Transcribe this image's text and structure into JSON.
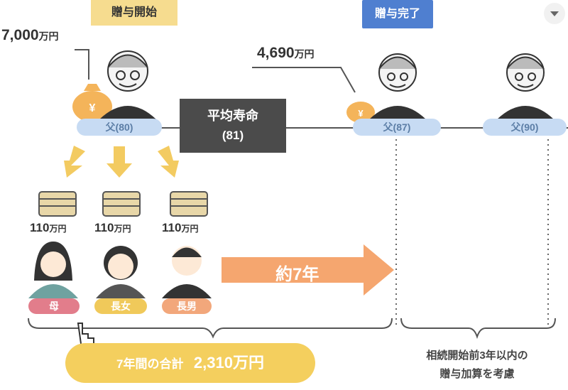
{
  "callouts": {
    "start": "贈与開始",
    "complete": "贈与完了"
  },
  "amounts": {
    "initial_num": "7,000",
    "initial_unit": "万円",
    "remaining_num": "4,690",
    "remaining_unit": "万円"
  },
  "father_pills": {
    "age80": "父(80)",
    "age87": "父(87)",
    "age90": "父(90)"
  },
  "life_expectancy": {
    "title": "平均寿命",
    "value": "(81)"
  },
  "gifts": [
    {
      "num": "110",
      "unit": "万円"
    },
    {
      "num": "110",
      "unit": "万円"
    },
    {
      "num": "110",
      "unit": "万円"
    }
  ],
  "recipients": [
    {
      "label": "母",
      "color": "#e27d8b"
    },
    {
      "label": "長女",
      "color": "#f0c95a"
    },
    {
      "label": "長男",
      "color": "#f2a77b"
    }
  ],
  "duration_arrow": "約7年",
  "total": {
    "prefix": "7年間の合計",
    "amount": "2,310万円"
  },
  "note": {
    "line1": "相続開始前3年以内の",
    "line2": "贈与加算を考慮"
  },
  "colors": {
    "arrow_orange": "#f5a66f",
    "down_arrow_yellow": "#f3cb61",
    "line_gray": "#555555"
  }
}
